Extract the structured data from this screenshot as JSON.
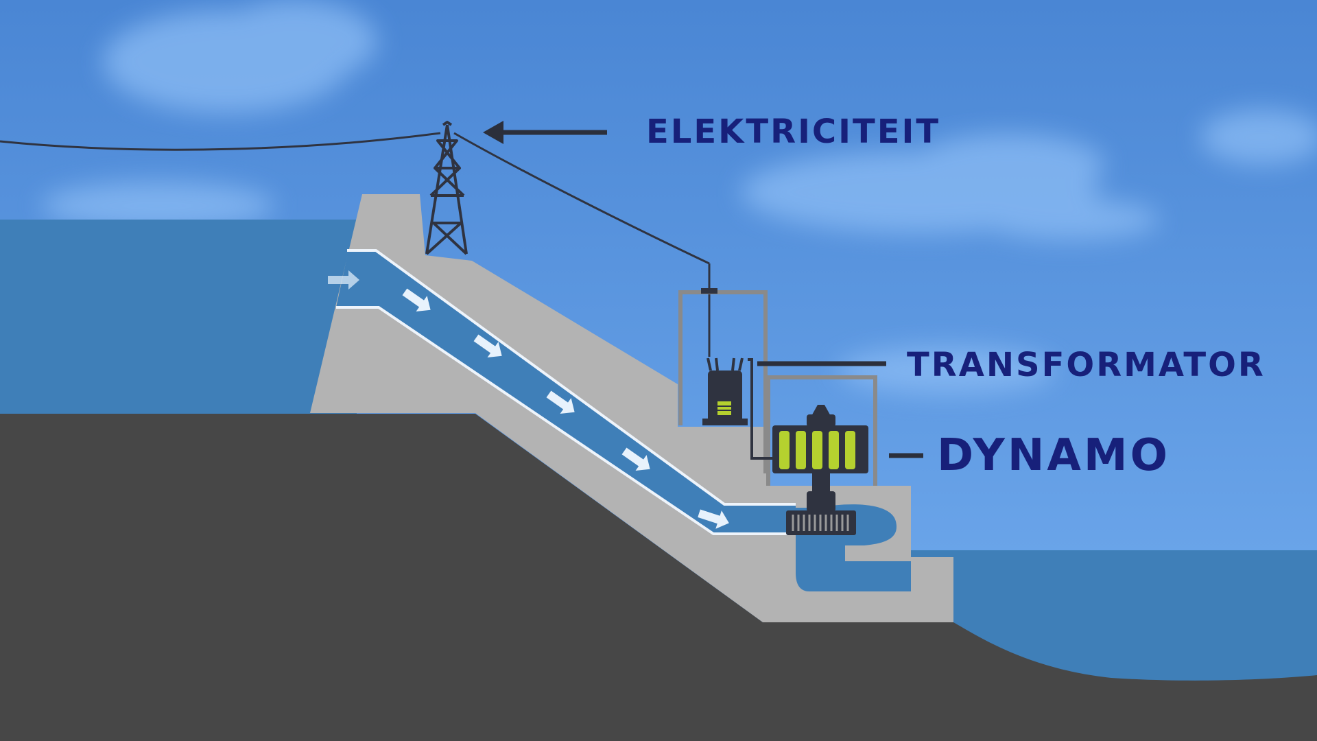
{
  "labels": {
    "electricity": "ELEKTRICITEIT",
    "transformer": "TRANSFORMATOR",
    "generator": "DYNAMO"
  },
  "colors": {
    "sky_top": "#4f8ed8",
    "sky_bottom": "#6ea9ef",
    "water": "#3f7fb8",
    "ground": "#474747",
    "dam": "#b3b3b3",
    "label_text": "#17207a",
    "arrow": "#2b2f3b",
    "generator_coils": "#b5d12f"
  }
}
